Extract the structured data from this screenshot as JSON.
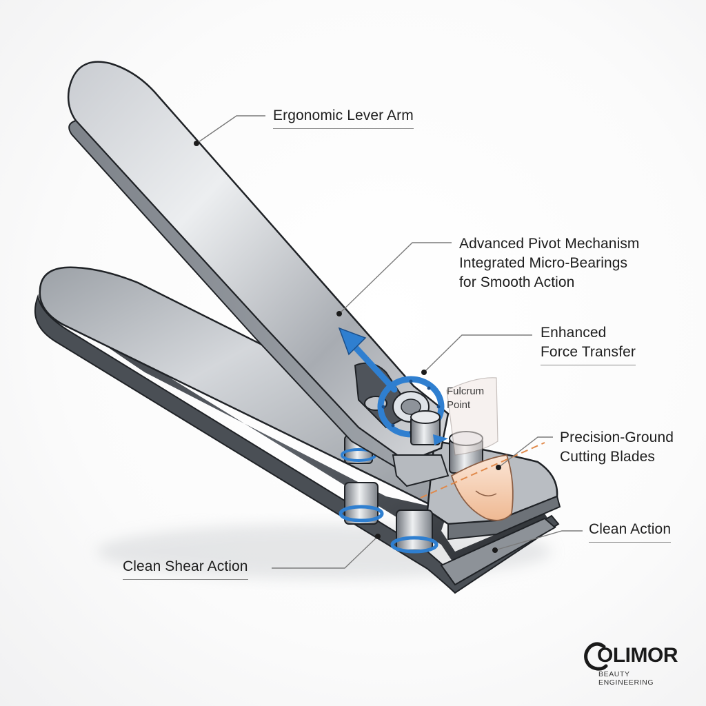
{
  "callouts": {
    "ergonomic_lever_arm": {
      "lines": [
        "Ergonomic Lever Arm"
      ]
    },
    "advanced_pivot": {
      "lines": [
        "Advanced Pivot Mechanism",
        "Integrated Micro-Bearings",
        "for Smooth Action"
      ]
    },
    "enhanced_force": {
      "lines": [
        "Enhanced",
        "Force Transfer"
      ]
    },
    "fulcrum_point": {
      "lines": [
        "Fulcrum",
        "Point"
      ]
    },
    "precision_blades": {
      "lines": [
        "Precision-Ground",
        "Cutting Blades"
      ]
    },
    "clean_action": {
      "lines": [
        "Clean Action"
      ]
    },
    "clean_shear_action": {
      "lines": [
        "Clean Shear Action"
      ]
    }
  },
  "logo": {
    "word": "OLIMOR",
    "tagline": "BEAUTY ENGINEERING"
  },
  "colors": {
    "accent_blue": "#2f7fd0",
    "steel_light": "#e6e8eb",
    "steel_mid": "#a9adb3",
    "steel_dark": "#5a5f66",
    "shadow_dark": "#2c2f33",
    "nail_tone": "#f3c9a8",
    "guide_orange": "#e0894a"
  },
  "icons": [
    "bearing-ring-icon",
    "force-arrow-icon",
    "logo-c-icon"
  ]
}
